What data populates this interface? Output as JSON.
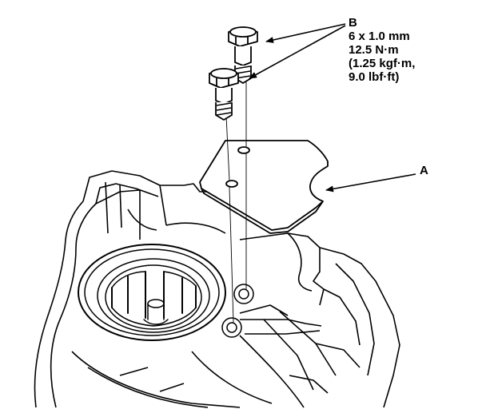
{
  "callouts": {
    "b": {
      "letter": "B",
      "spec_lines": [
        "6 x 1.0 mm",
        "12.5 N·m",
        "(1.25 kgf·m,",
        "9.0 lbf·ft)"
      ]
    },
    "a": {
      "letter": "A"
    }
  },
  "colors": {
    "line": "#000000",
    "background": "#ffffff"
  }
}
